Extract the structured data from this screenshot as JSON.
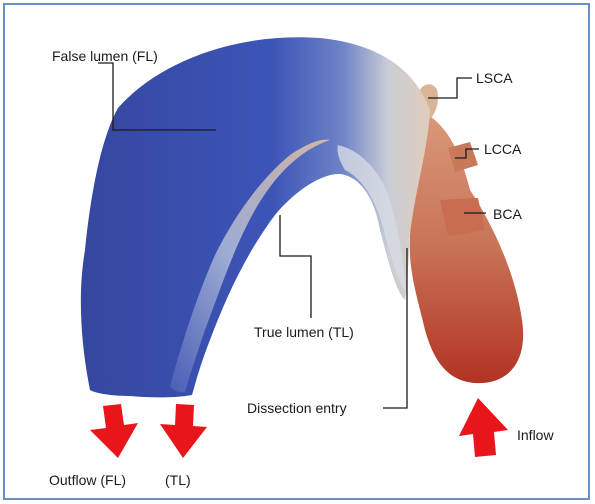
{
  "labels": {
    "false_lumen": "False lumen (FL)",
    "lsca": "LSCA",
    "lcca": "LCCA",
    "bca": "BCA",
    "true_lumen": "True lumen (TL)",
    "dissection_entry": "Dissection entry",
    "inflow": "Inflow",
    "outflow_fl": "Outflow (FL)",
    "outflow_tl": "(TL)"
  },
  "colors": {
    "false_lumen_blue": "#3a4fb0",
    "true_lumen_tan": "#e9c9a8",
    "inflow_red": "#b8432f",
    "arrow_red": "#e8151b",
    "frame_border": "#6a8fc4"
  }
}
